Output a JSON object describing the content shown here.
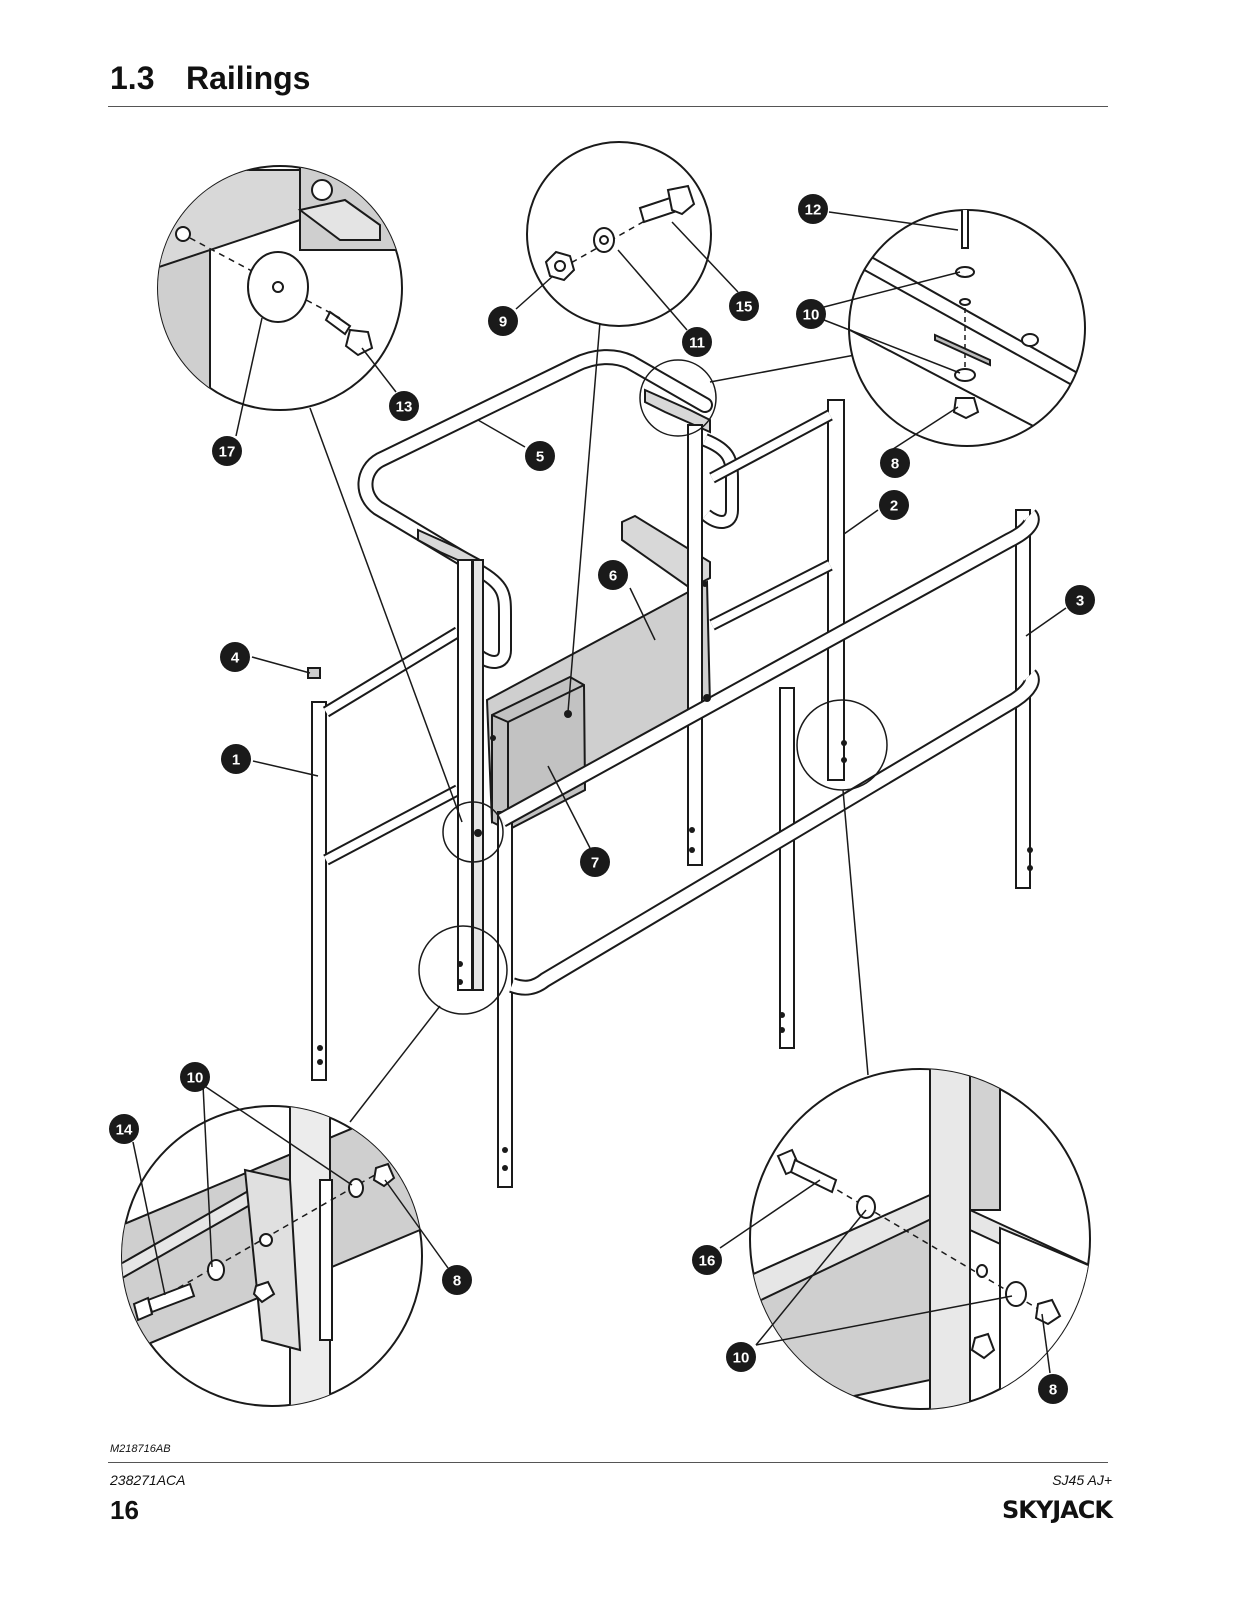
{
  "section": {
    "number": "1.3",
    "title": "Railings"
  },
  "figure_id": "M218716AB",
  "footer": {
    "doc_number": "238271ACA",
    "model": "SJ45 AJ+",
    "page": "16",
    "brand": "SKYJACK"
  },
  "callouts": [
    "1",
    "2",
    "3",
    "4",
    "5",
    "6",
    "7",
    "8",
    "9",
    "10",
    "11",
    "12",
    "13",
    "14",
    "15",
    "16",
    "17"
  ],
  "colors": {
    "ink": "#1a1a1a",
    "panel": "#c8c8c8",
    "rail": "#ffffff",
    "detail_bg": "#d9d9d9"
  }
}
